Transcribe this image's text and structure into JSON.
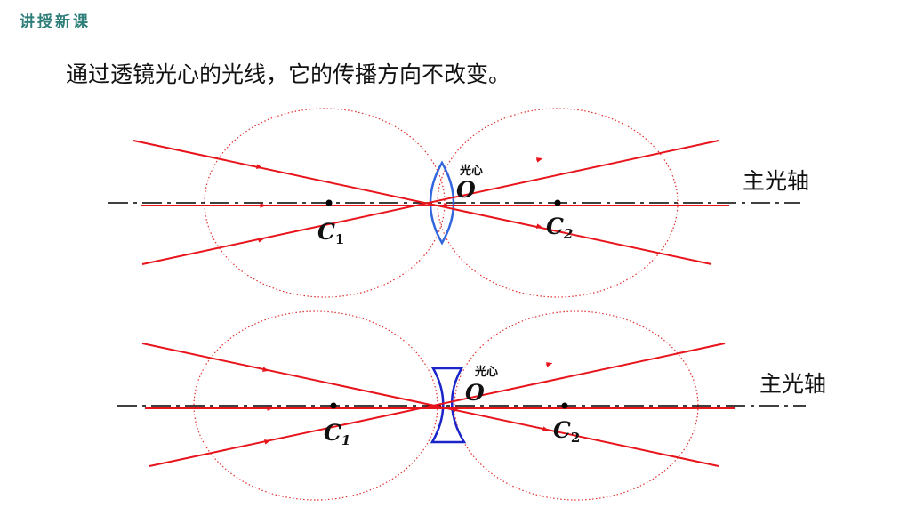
{
  "header": {
    "section_tag": "讲授新课"
  },
  "statement": "通过透镜光心的光线，它的传播方向不改变。",
  "diagrams": [
    {
      "lens_type": "convex",
      "axis_label": "主光轴",
      "optical_center_label": "光心",
      "center_letter": "O",
      "focus_left": {
        "letter": "C",
        "sub": "1",
        "italic_sub": false
      },
      "focus_right": {
        "letter": "C",
        "sub": "2",
        "italic_sub": true
      }
    },
    {
      "lens_type": "concave",
      "axis_label": "主光轴",
      "optical_center_label": "光心",
      "center_letter": "O",
      "focus_left": {
        "letter": "C",
        "sub": "1",
        "italic_sub": true
      },
      "focus_right": {
        "letter": "C",
        "sub": "2",
        "italic_sub": false
      }
    }
  ],
  "colors": {
    "ray": "#e8141b",
    "lens": "#3366dd",
    "lens_concave": "#1a24c8",
    "circle": "#e03030",
    "axis": "#000000",
    "tag": "#2e7f7a"
  }
}
